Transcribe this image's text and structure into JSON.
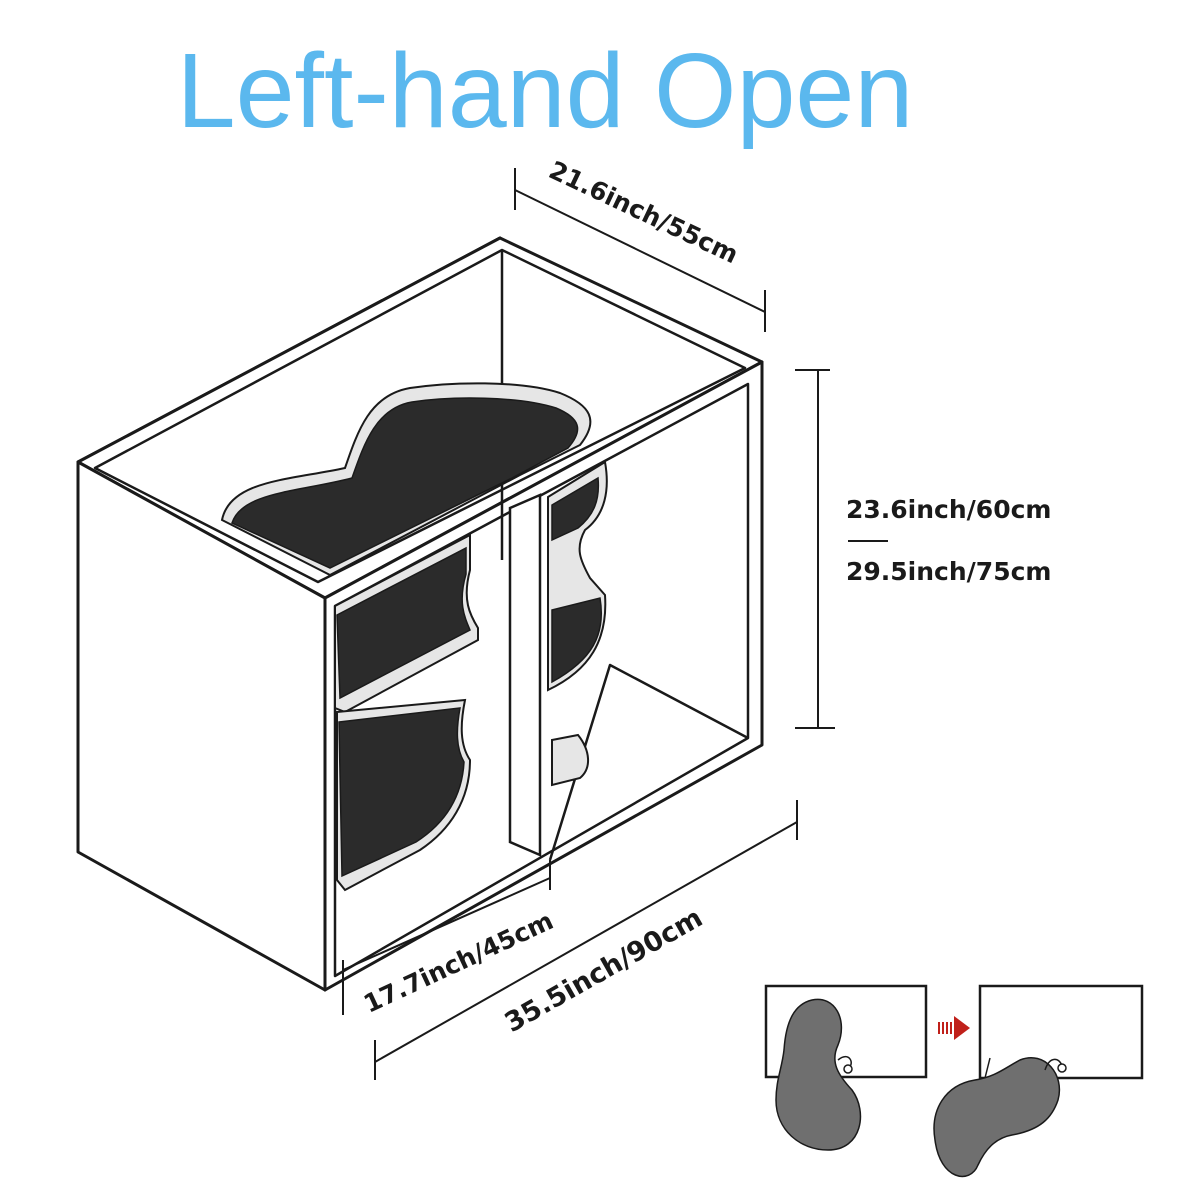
{
  "title": "Left-hand Open",
  "dimensions": {
    "depth": "21.6inch/55cm",
    "height_min": "23.6inch/60cm",
    "height_max": "29.5inch/75cm",
    "door_width": "17.7inch/45cm",
    "cabinet_width": "35.5inch/90cm"
  },
  "colors": {
    "title": "#5bb8ee",
    "line": "#1a1a1a",
    "tray": "#2b2b2b",
    "rail": "#e6e6e6",
    "kidney": "#6f6f6f",
    "arrow": "#c0201a"
  },
  "icons": {
    "motion_arrow": "right-dashed-arrow-icon"
  }
}
